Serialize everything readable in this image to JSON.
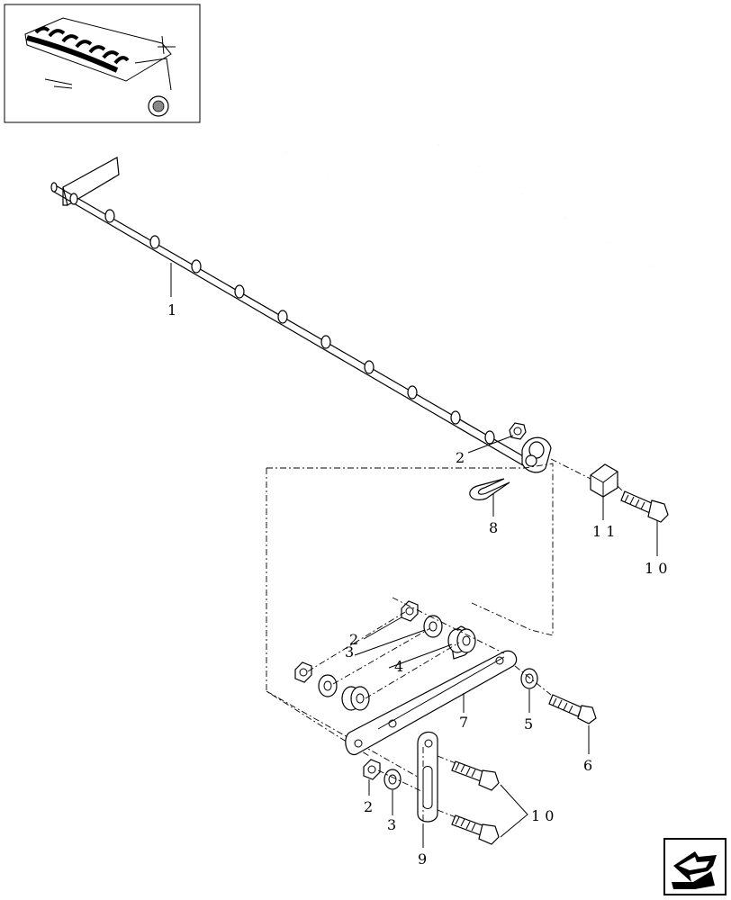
{
  "callouts": {
    "c1": "1",
    "c2_top": "2",
    "c8": "8",
    "c11": "1 1",
    "c10_top": "1 0",
    "c2_mid": "2",
    "c3_mid": "3",
    "c4": "4",
    "c7": "7",
    "c5": "5",
    "c6": "6",
    "c2_low": "2",
    "c3_low": "3",
    "c9": "9",
    "c10_low": "1 0"
  },
  "icons": {
    "thumbnail": "baler-pickup-thumbnail",
    "nav": "next-page-arrow-icon"
  }
}
